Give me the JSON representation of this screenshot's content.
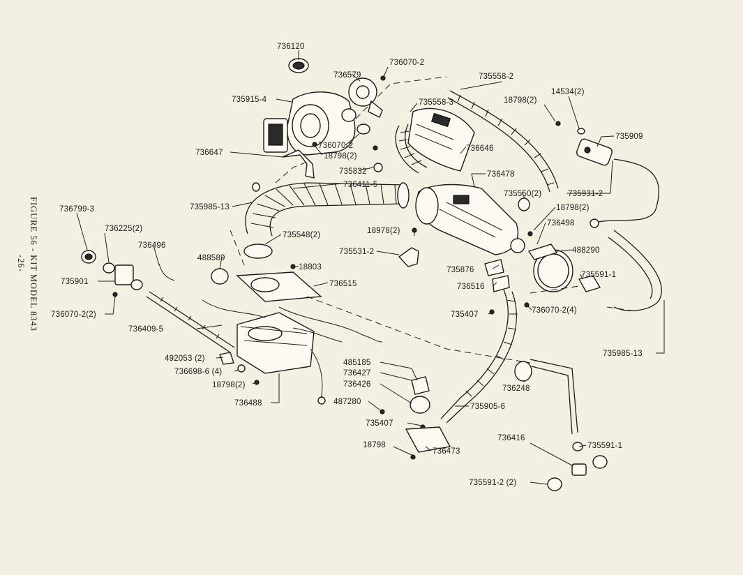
{
  "figure_caption": "FIGURE 56 - KIT MODEL 8343",
  "page_number": "-26-",
  "labels": {
    "p736120": "736120",
    "p736070_2_top": "736070-2",
    "p736579": "736579",
    "p735558_2": "735558-2",
    "p735915_4": "735915-4",
    "p735558_3": "735558-3",
    "p18798_2_top": "18798(2)",
    "p14534_2": "14534(2)",
    "p735909": "735909",
    "p736070_2_mid": "736070-2",
    "p18798_2_a": "18798(2)",
    "p736647": "736647",
    "p736646": "736646",
    "p735832": "735832",
    "p736478": "736478",
    "p736411_5": "736411-5",
    "p735550_2": "735550(2)",
    "p735931_2": "735931-2",
    "p735985_13_left": "735985-13",
    "p18798_2_b": "18798(2)",
    "p736498": "736498",
    "p18978_2": "18978(2)",
    "p735548_2": "735548(2)",
    "p736799_3": "736799-3",
    "p736225_2": "736225(2)",
    "p736496": "736496",
    "p735531_2": "735531-2",
    "p488290": "488290",
    "p488589": "488589",
    "p18803": "18803",
    "p735876": "735876",
    "p735591_1_right": "735591-1",
    "p735901": "735901",
    "p736515": "736515",
    "p736516": "736516",
    "p735407_right": "735407",
    "p736070_2_4": "736070-2(4)",
    "p736070_2_2": "736070-2(2)",
    "p736409_5": "736409-5",
    "p735985_13_right": "735985-13",
    "p492053_2": "492053 (2)",
    "p485185": "485185",
    "p736698_6_4": "736698-6 (4)",
    "p736427": "736427",
    "p736248": "736248",
    "p18798_2_c": "18798(2)",
    "p736426": "736426",
    "p736488": "736488",
    "p487280": "487280",
    "p735905_6": "735905-6",
    "p735407_bottom": "735407",
    "p736416": "736416",
    "p735591_1_bottom": "735591-1",
    "p18798": "18798",
    "p736473": "736473",
    "p735591_2_2": "735591-2 (2)"
  }
}
